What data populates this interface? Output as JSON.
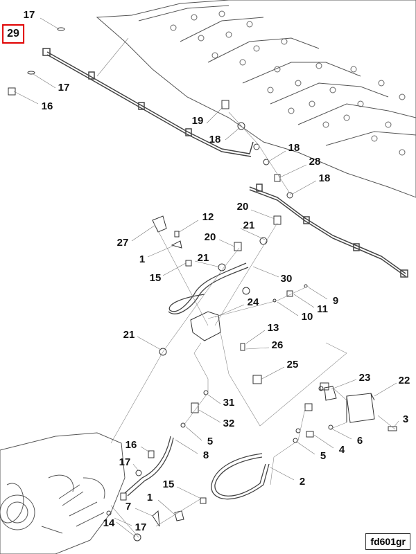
{
  "diagram": {
    "highlighted_label": "29",
    "reference_code": "fd601gr",
    "highlight_color": "#e00000",
    "labels": [
      "17",
      "17",
      "16",
      "19",
      "18",
      "18",
      "28",
      "18",
      "20",
      "12",
      "21",
      "27",
      "20",
      "1",
      "21",
      "15",
      "30",
      "9",
      "24",
      "11",
      "10",
      "13",
      "21",
      "26",
      "25",
      "23",
      "22",
      "31",
      "3",
      "32",
      "6",
      "5",
      "16",
      "4",
      "8",
      "5",
      "17",
      "2",
      "15",
      "7",
      "1",
      "14",
      "17"
    ]
  }
}
